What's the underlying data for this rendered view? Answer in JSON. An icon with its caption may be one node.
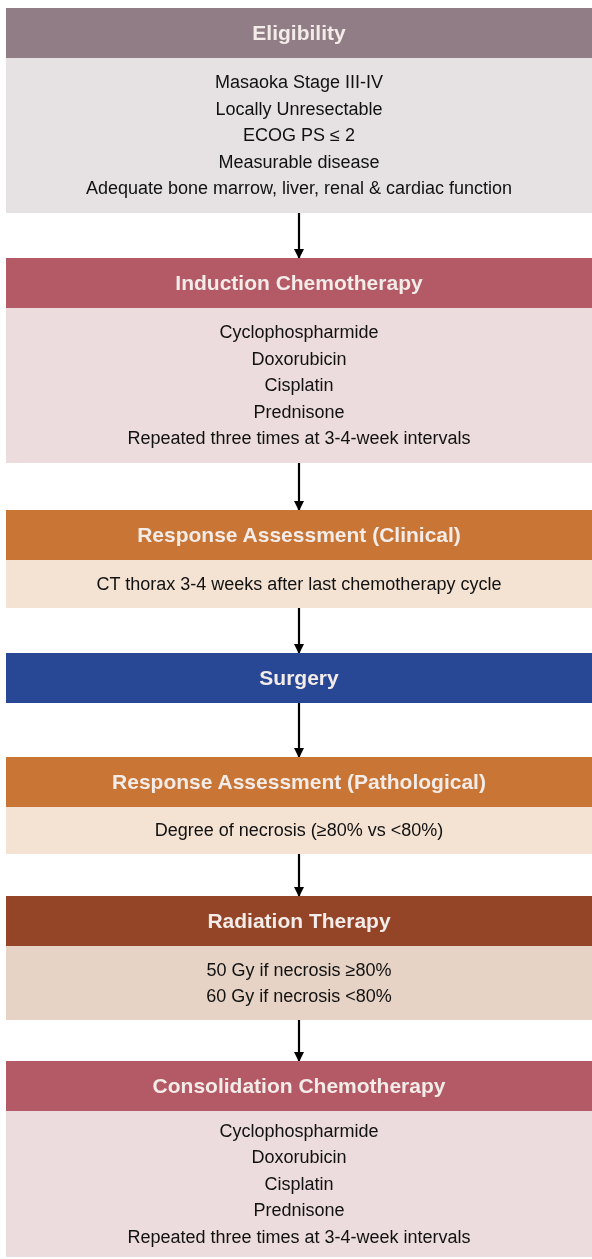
{
  "diagram": {
    "nodes": [
      {
        "text": [
          "Eligibility",
          "Masaoka Stage III-IV",
          "Locally Unresectable",
          "ECOG PS ≤ 2",
          "Measurable disease",
          "Adequate bone marrow, liver, renal & cardiac function"
        ]
      },
      {
        "text": [
          "Induction Chemotherapy",
          "Cyclophospharmide",
          "Doxorubicin",
          "Cisplatin",
          "Prednisone",
          "Repeated three times at 3-4-week intervals"
        ]
      },
      {
        "text": [
          "Response Assessment (Clinical)",
          "CT thorax 3-4 weeks after last chemotherapy cycle"
        ]
      },
      {
        "text": [
          "Surgery"
        ]
      },
      {
        "text": [
          "Response Assessment (Pathological)",
          "Degree of necrosis (≥80% vs <80%)"
        ]
      },
      {
        "text": [
          "Radiation Therapy",
          "50 Gy if necrosis ≥80%",
          "60 Gy if necrosis <80%"
        ]
      },
      {
        "text": [
          "Consolidation Chemotherapy",
          "Cyclophospharmide",
          "Doxorubicin",
          "Cisplatin",
          "Prednisone",
          "Repeated three times at 3-4-week intervals"
        ]
      }
    ],
    "edges": [
      {
        "from": 0,
        "to": 1,
        "arrow": "to"
      },
      {
        "from": 1,
        "to": 2,
        "arrow": "to"
      },
      {
        "from": 2,
        "to": 3,
        "arrow": "to"
      },
      {
        "from": 3,
        "to": 4,
        "arrow": "to"
      },
      {
        "from": 4,
        "to": 5,
        "arrow": "to"
      },
      {
        "from": 5,
        "to": 6,
        "arrow": "to"
      }
    ]
  }
}
